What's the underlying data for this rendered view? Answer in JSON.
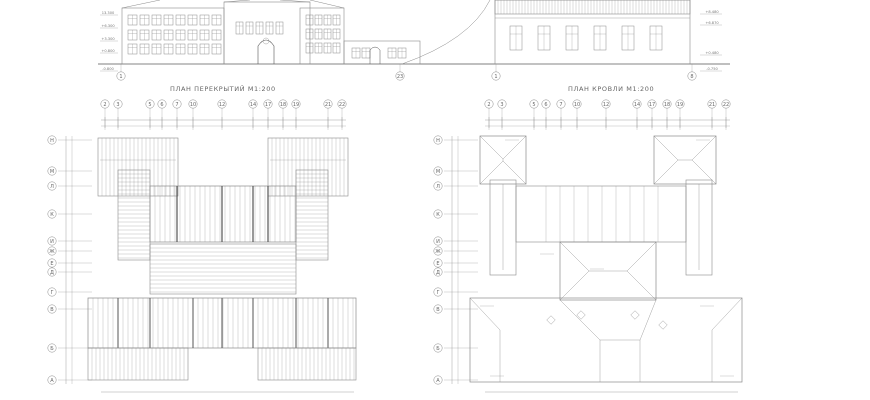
{
  "colors": {
    "line": "#8a8a8a",
    "dark": "#555555",
    "paper": "#ffffff"
  },
  "elevation": {
    "axis_labels": [
      "1",
      "23",
      "1",
      "8"
    ],
    "levels_left": [
      "13.300",
      "+6.300",
      "+3.300",
      "+0.800",
      "-0.800"
    ],
    "levels_right": [
      "+8.480",
      "+6.870",
      "+0.480",
      "-0.750"
    ]
  },
  "floor_plan": {
    "title": "ПЛАН ПЕРЕКРЫТИЙ М1:200",
    "column_axes": [
      "2",
      "3",
      "5",
      "6",
      "7",
      "10",
      "12",
      "14",
      "17",
      "18",
      "19",
      "21",
      "22"
    ],
    "row_axes": [
      "Н",
      "М",
      "Л",
      "К",
      "И",
      "Ж",
      "Е",
      "Д",
      "Г",
      "В",
      "Б",
      "А"
    ]
  },
  "roof_plan": {
    "title": "ПЛАН КРОВЛИ М1:200",
    "column_axes": [
      "2",
      "3",
      "5",
      "6",
      "7",
      "10",
      "12",
      "14",
      "17",
      "18",
      "19",
      "21",
      "22"
    ],
    "row_axes": [
      "Н",
      "М",
      "Л",
      "К",
      "И",
      "Ж",
      "Е",
      "Д",
      "Г",
      "В",
      "Б",
      "А"
    ]
  }
}
